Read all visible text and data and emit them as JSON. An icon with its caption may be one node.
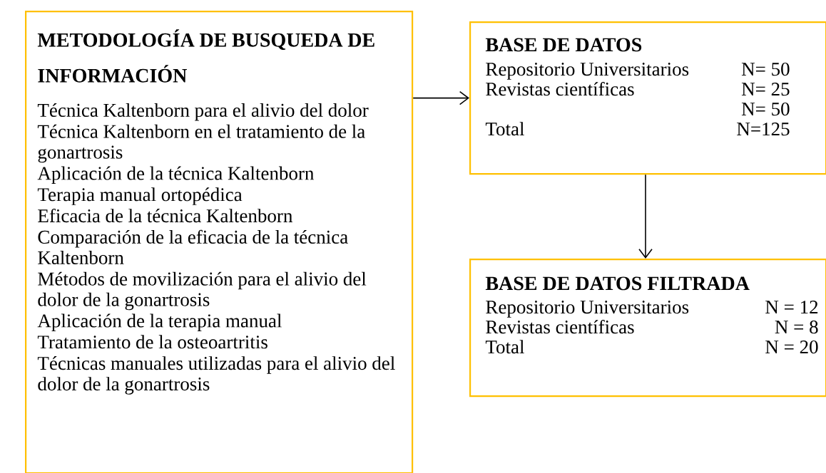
{
  "diagram": {
    "nodes": [
      {
        "text": [
          "METODOLOGÍA DE BUSQUEDA DE INFORMACIÓN",
          "Técnica Kaltenborn para el alivio del dolor",
          "Técnica Kaltenborn en el tratamiento de la gonartrosis",
          "Aplicación de la técnica Kaltenborn",
          "Terapia manual ortopédica",
          "Eficacia de la técnica Kaltenborn",
          "Comparación de la eficacia de la técnica Kaltenborn",
          "Métodos de movilización para el alivio del dolor de la gonartrosis",
          "Aplicación de la terapia manual",
          "Tratamiento de la osteoartritis",
          "Técnicas manuales utilizadas para el alivio del dolor de la gonartrosis"
        ]
      },
      {
        "text": [
          "BASE DE DATOS",
          "Repositorio Universitarios",
          "N= 50",
          "Revistas científicas",
          "N= 25",
          "N= 50",
          "Total",
          "N=125"
        ]
      },
      {
        "text": [
          "BASE DE DATOS FILTRADA",
          "Repositorio Universitarios",
          "N = 12",
          "Revistas científicas",
          "N = 8",
          "Total",
          "N = 20"
        ]
      }
    ],
    "edges": [
      {
        "from": 0,
        "to": 1,
        "arrow": "to"
      },
      {
        "from": 1,
        "to": 2,
        "arrow": "to"
      }
    ]
  }
}
